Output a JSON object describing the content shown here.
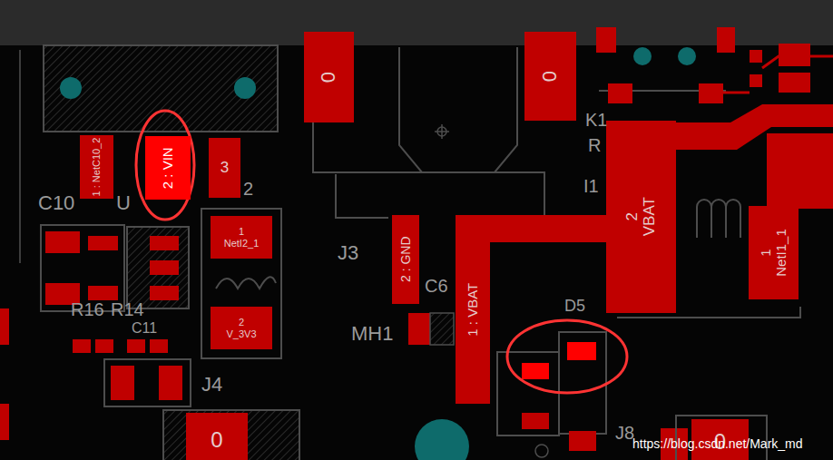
{
  "diagram": {
    "nodes": [
      {
        "text": [
          "0"
        ]
      },
      {
        "text": [
          "0"
        ]
      },
      {
        "text": [
          "2 VBAT"
        ]
      },
      {
        "text": [
          "1 : NetC10_2"
        ]
      },
      {
        "text": [
          "2 : VIN"
        ]
      },
      {
        "text": [
          "3"
        ]
      },
      {
        "text": [
          "1 NetI2_1"
        ]
      },
      {
        "text": [
          "2 : GND"
        ]
      },
      {
        "text": [
          "1 : VBAT"
        ]
      },
      {
        "text": [
          "1 NetI1_1"
        ]
      },
      {
        "text": [
          "2 V_3V3"
        ]
      },
      {
        "text": [
          "0"
        ]
      },
      {
        "text": [
          "0"
        ]
      }
    ],
    "labels": [
      "K1",
      "R",
      "I1",
      "C10",
      "U",
      "2",
      "J3",
      "C6",
      "R16",
      "R14",
      "MH1",
      "D5",
      "C11",
      "J4",
      "J8",
      "https://blog.csdn.net/Mark_md"
    ]
  }
}
